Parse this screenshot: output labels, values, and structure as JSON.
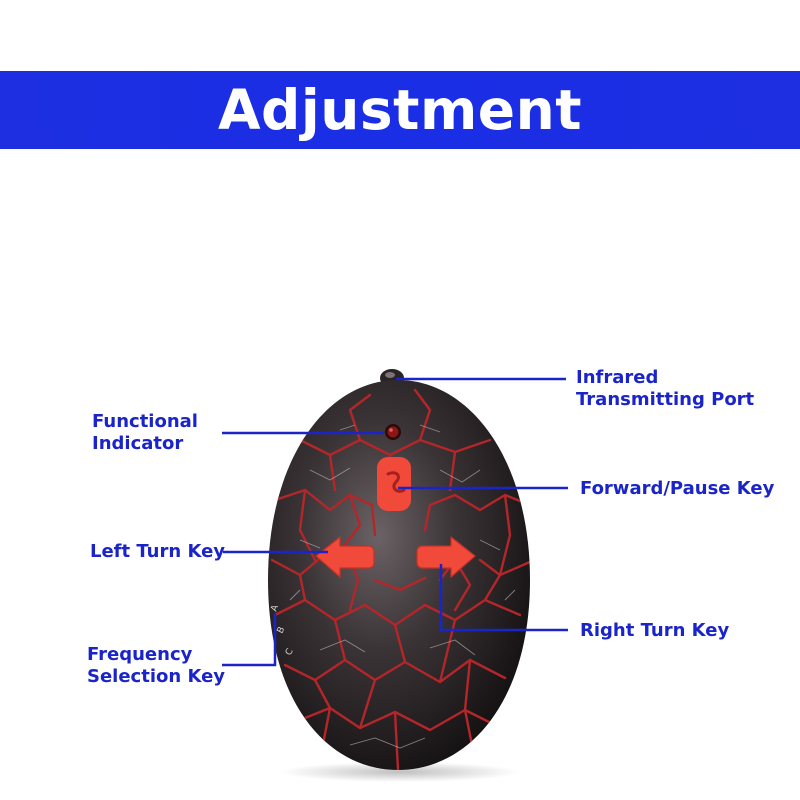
{
  "banner": {
    "title": "Adjustment"
  },
  "labels": {
    "infrared": {
      "line1": "Infrared",
      "line2": "Transmitting Port"
    },
    "indicator": {
      "line1": "Functional",
      "line2": "Indicator"
    },
    "forward": "Forward/Pause Key",
    "left": "Left Turn Key",
    "right": "Right Turn Key",
    "frequency": {
      "line1": "Frequency",
      "line2": "Selection Key"
    }
  },
  "device": {
    "side_marks": [
      "A",
      "B",
      "C"
    ]
  },
  "colors": {
    "banner": "#1d2fe0",
    "label_text": "#1a24c8",
    "leader_line": "#1a24c8",
    "keys": "#f24a3a",
    "shell": "#3a3335",
    "cracks": "#b3262a"
  }
}
